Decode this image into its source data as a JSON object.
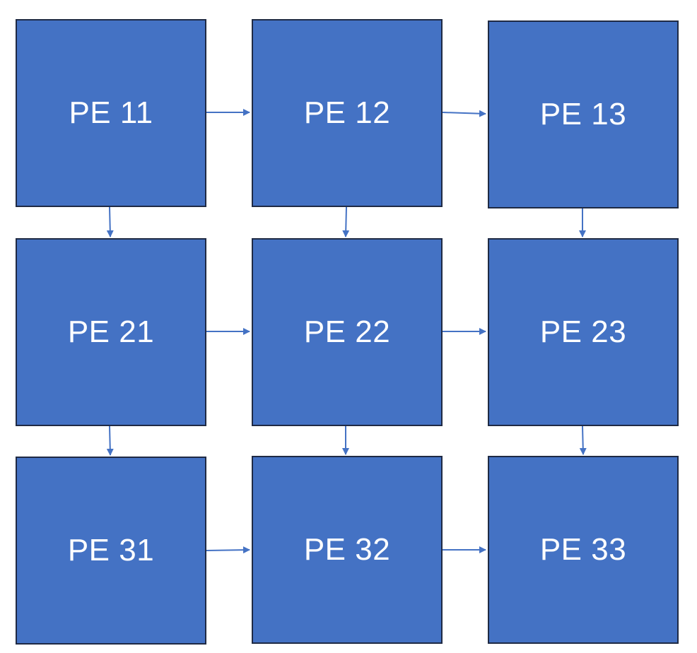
{
  "diagram": {
    "colors": {
      "box_fill": "#4472c4",
      "box_border": "#1f2a44",
      "label_text": "#ffffff",
      "arrow": "#4472c4"
    },
    "processing_elements": [
      {
        "id": "pe11",
        "label": "PE 11",
        "row": 1,
        "col": 1
      },
      {
        "id": "pe12",
        "label": "PE 12",
        "row": 1,
        "col": 2
      },
      {
        "id": "pe13",
        "label": "PE 13",
        "row": 1,
        "col": 3
      },
      {
        "id": "pe21",
        "label": "PE 21",
        "row": 2,
        "col": 1
      },
      {
        "id": "pe22",
        "label": "PE 22",
        "row": 2,
        "col": 2
      },
      {
        "id": "pe23",
        "label": "PE 23",
        "row": 2,
        "col": 3
      },
      {
        "id": "pe31",
        "label": "PE 31",
        "row": 3,
        "col": 1
      },
      {
        "id": "pe32",
        "label": "PE 32",
        "row": 3,
        "col": 2
      },
      {
        "id": "pe33",
        "label": "PE 33",
        "row": 3,
        "col": 3
      }
    ],
    "connections": [
      {
        "from": "pe11",
        "to": "pe12"
      },
      {
        "from": "pe12",
        "to": "pe13"
      },
      {
        "from": "pe21",
        "to": "pe22"
      },
      {
        "from": "pe22",
        "to": "pe23"
      },
      {
        "from": "pe31",
        "to": "pe32"
      },
      {
        "from": "pe32",
        "to": "pe33"
      },
      {
        "from": "pe11",
        "to": "pe21"
      },
      {
        "from": "pe12",
        "to": "pe22"
      },
      {
        "from": "pe13",
        "to": "pe23"
      },
      {
        "from": "pe21",
        "to": "pe31"
      },
      {
        "from": "pe22",
        "to": "pe32"
      },
      {
        "from": "pe23",
        "to": "pe33"
      }
    ]
  }
}
